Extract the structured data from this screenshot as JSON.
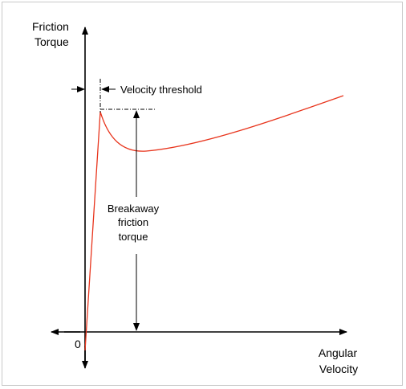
{
  "axes": {
    "y_label_line1": "Friction",
    "y_label_line2": "Torque",
    "x_label_line1": "Angular",
    "x_label_line2": "Velocity",
    "origin_label": "0"
  },
  "annotations": {
    "velocity_threshold": "Velocity threshold",
    "breakaway_line1": "Breakaway",
    "breakaway_line2": "friction",
    "breakaway_line3": "torque"
  },
  "colors": {
    "curve": "#e8341c",
    "ink": "#000000",
    "border": "#c8c8c8"
  }
}
